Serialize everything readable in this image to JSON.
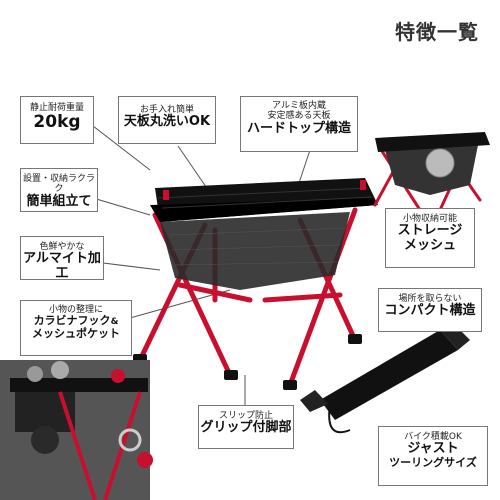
{
  "heading": "特徴一覧",
  "labels": {
    "load": {
      "sub": "静止耐荷重量",
      "main": "20kg"
    },
    "wash": {
      "sub": "お手入れ簡単",
      "main": "天板丸洗いOK"
    },
    "hardtop": {
      "sub1": "アルミ板内蔵",
      "sub2": "安定感ある天板",
      "main": "ハードトップ構造"
    },
    "setup": {
      "sub": "設置・収納ラクラク",
      "main": "簡単組立て"
    },
    "alumite": {
      "sub": "色鮮やかな",
      "main": "アルマイト加工"
    },
    "carabiner": {
      "sub": "小物の整理に",
      "main1": "カラビナフック",
      "amp": "&",
      "main2": "メッシュポケット"
    },
    "storage": {
      "sub": "小物収納可能",
      "main1": "ストレージ",
      "main2": "メッシュ"
    },
    "compact": {
      "sub": "場所を取らない",
      "main": "コンパクト構造"
    },
    "grip": {
      "sub": "スリップ防止",
      "main": "グリップ付脚部"
    },
    "bike": {
      "sub": "バイク積載OK",
      "main1": "ジャスト",
      "main2": "ツーリングサイズ"
    }
  },
  "colors": {
    "frame": "#c8102e",
    "tabletop": "#111111",
    "mesh": "#2a2a2a",
    "border": "#777777"
  }
}
